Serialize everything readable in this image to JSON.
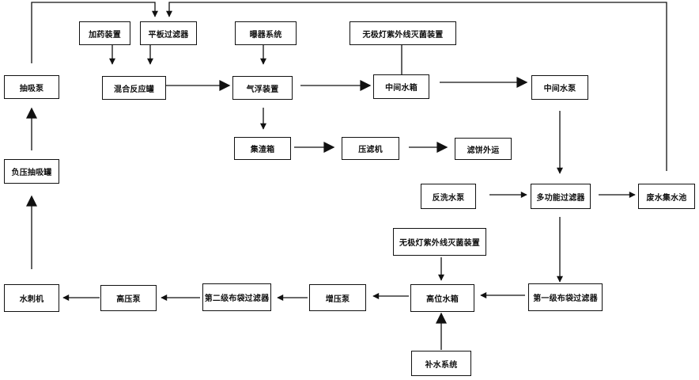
{
  "diagram": {
    "line_color": "#111111",
    "box_border_color": "#111111",
    "nodes": {
      "dosing_device": "加药装置",
      "flat_filter": "平板过滤器",
      "aeration_system": "曝器系统",
      "uv_sterilizer_top": "无极灯紫外线灭菌装置",
      "suction_pump": "抽吸泵",
      "mixing_tank": "混合反应罐",
      "air_flotation": "气浮装置",
      "mid_tank": "中间水箱",
      "mid_pump": "中间水泵",
      "scum_tank": "集渣箱",
      "filter_press": "压滤机",
      "sludge_out": "滤饼外运",
      "vacuum_tank": "负压抽吸罐",
      "backwash_pump": "反洗水泵",
      "multi_filter": "多功能过滤器",
      "waste_pool": "废水集水池",
      "uv_sterilizer_mid": "无极灯紫外线灭菌装置",
      "water_jet": "水刺机",
      "hp_pump": "高压泵",
      "bag_filter_2": "第二级布袋过滤器",
      "boost_pump": "增压泵",
      "high_tank": "高位水箱",
      "bag_filter_1": "第一级布袋过滤器",
      "makeup_water": "补水系统"
    }
  }
}
